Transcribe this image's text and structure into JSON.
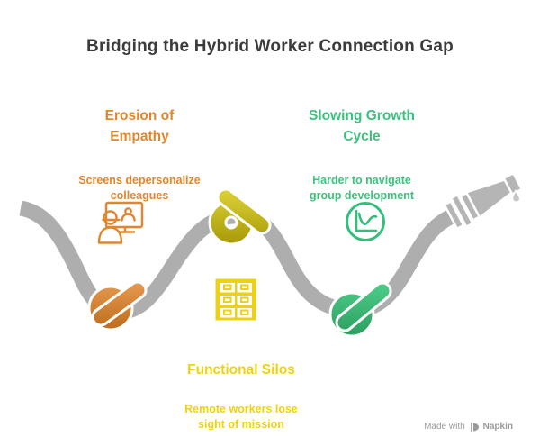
{
  "title": "Bridging the Hybrid Worker Connection Gap",
  "sections": {
    "empathy": {
      "heading": "Erosion of\nEmpathy",
      "subtext": "Screens depersonalize\ncolleagues",
      "color": "#e2862d",
      "knot_color": "#cd7a28",
      "icon": "video-call-icon"
    },
    "silos": {
      "heading": "Functional Silos",
      "subtext": "Remote workers lose\nsight of mission",
      "color": "#eed30e",
      "knot_color": "#c4b41c",
      "icon": "drawer-cabinet-icon"
    },
    "growth": {
      "heading": "Slowing Growth\nCycle",
      "subtext": "Harder to navigate\ngroup development",
      "color": "#3ec17e",
      "knot_color": "#3bb271",
      "icon": "line-chart-icon"
    }
  },
  "hose": {
    "color": "#aeaeae",
    "outline_color": "#ffffff",
    "drop_color": "#c6c6c6"
  },
  "title_color": "#3b3b3b",
  "footer": {
    "made_with": "Made with",
    "brand": "Napkin"
  }
}
